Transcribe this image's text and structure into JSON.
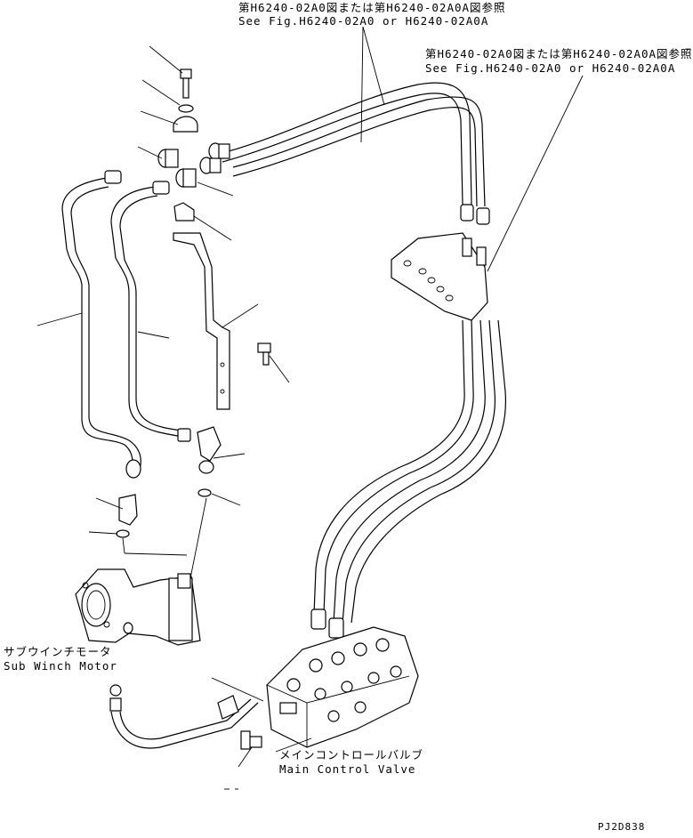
{
  "references": {
    "top": {
      "jp": "第H6240-02A0図または第H6240-02A0A図参照",
      "en": "See Fig.H6240-02A0 or H6240-02A0A"
    },
    "right": {
      "jp": "第H6240-02A0図または第H6240-02A0A図参照",
      "en": "See Fig.H6240-02A0 or H6240-02A0A"
    }
  },
  "components": {
    "sub_winch_motor": {
      "jp": "サブウインチモータ",
      "en": "Sub Winch Motor"
    },
    "main_control_valve": {
      "jp": "メインコントロールバルブ",
      "en": "Main Control Valve"
    }
  },
  "drawing_code": "PJ2D838"
}
